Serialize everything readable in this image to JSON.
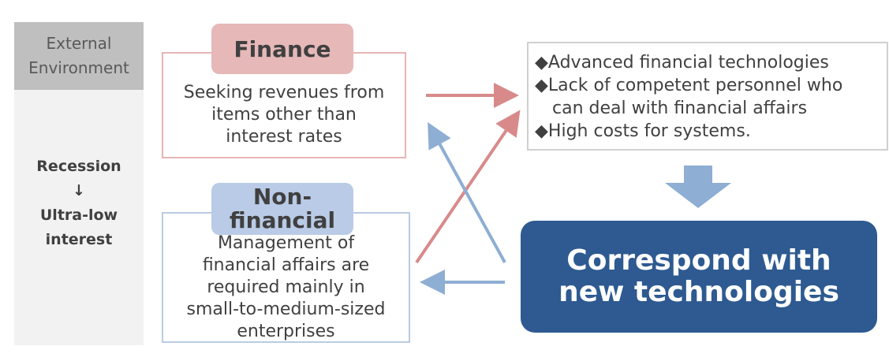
{
  "external_environment": {
    "header": "External\nEnvironment",
    "condition": "Recession\n↓\nUltra-low\ninterest"
  },
  "finance": {
    "label": "Finance",
    "description": "Seeking revenues from\nitems other than\ninterest rates"
  },
  "non_financial": {
    "label": "Non-\nfinancial",
    "description": "Management of\nfinancial affairs are\nrequired mainly in\nsmall-to-medium-sized\nenterprises"
  },
  "issues": [
    {
      "bullet": "◆",
      "text": "Advanced financial technologies"
    },
    {
      "bullet": "◆",
      "text": "Lack of competent personnel who\ncan deal with financial affairs"
    },
    {
      "bullet": "◆",
      "text": "High costs for systems."
    }
  ],
  "result": "Correspond with\nnew technologies",
  "colors": {
    "finance_accent": "#e6b8b8",
    "non_financial_accent": "#b9cbe6",
    "result_fill": "#2e5a91",
    "red_arrow": "#d88a8a",
    "blue_arrow": "#8eaed3"
  }
}
